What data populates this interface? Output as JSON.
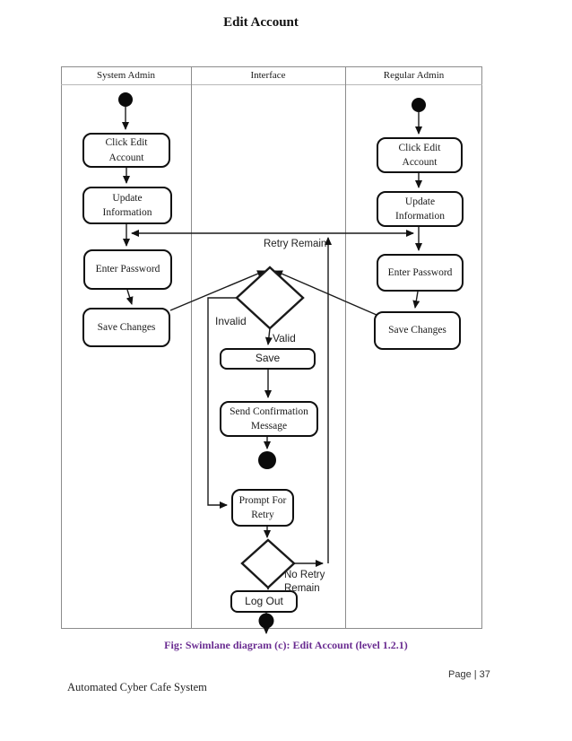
{
  "page": {
    "title": "Edit Account",
    "caption": "Fig: Swimlane diagram (c): Edit Account (level 1.2.1)",
    "page_number": "Page | 37",
    "doc_footer": "Automated Cyber Cafe System"
  },
  "lanes": {
    "system_admin": "System Admin",
    "interface": "Interface",
    "regular_admin": "Regular Admin"
  },
  "system_admin": {
    "click_edit": "Click Edit Account",
    "update_info": "Update Information",
    "enter_password": "Enter Password",
    "save_changes": "Save Changes"
  },
  "regular_admin": {
    "click_edit": "Click Edit Account",
    "update_info": "Update Information",
    "enter_password": "Enter Password",
    "save_changes": "Save Changes"
  },
  "interface": {
    "save": "Save",
    "send_confirmation": "Send Confirmation Message",
    "prompt_retry": "Prompt For Retry",
    "log_out": "Log Out"
  },
  "edge_labels": {
    "retry_remain": "Retry Remain",
    "invalid": "Invalid",
    "valid": "Valid",
    "no_retry_remain": "No Retry Remain"
  },
  "colors": {
    "caption_purple": "#6A2C91",
    "flow_line": "#1A1A1A",
    "table_border": "#8C8C8C"
  }
}
